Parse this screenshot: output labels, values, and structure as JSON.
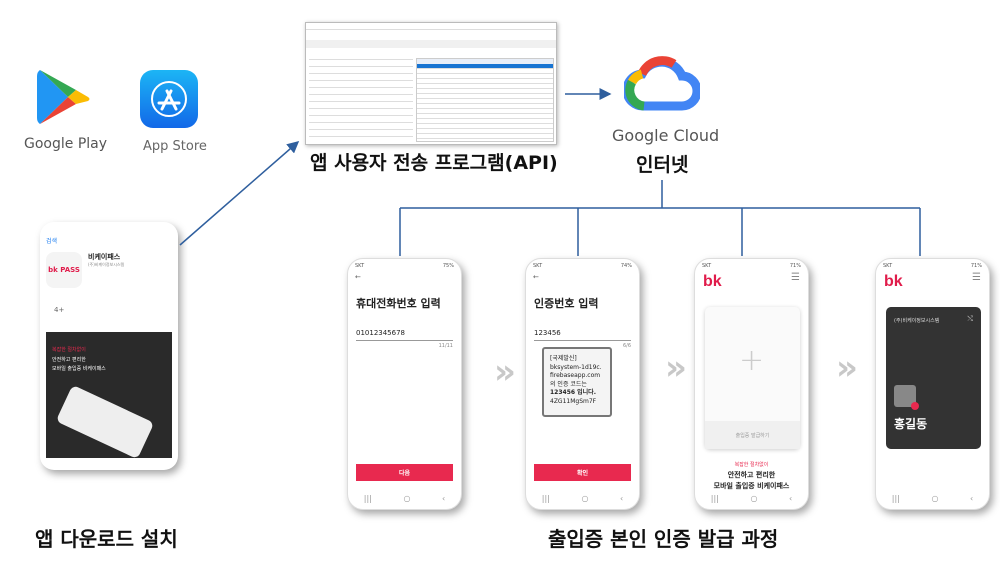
{
  "stores": {
    "google_play": "Google Play",
    "app_store": "App Store"
  },
  "app_listing": {
    "back": "검색",
    "name": "비케이패스",
    "company": "(주)비케이정보시스템",
    "logo": "bk PASS",
    "age": "4+",
    "promo_line1": "복잡한 절차없이",
    "promo_line2": "안전하고 편리한",
    "promo_line3": "모바일 출입증 비케이패스"
  },
  "labels": {
    "download": "앱 다운로드 설치",
    "api": "앱 사용자 전송 프로그램(API)",
    "cloud": "Google Cloud",
    "internet": "인터넷",
    "process": "출입증 본인 인증 발급 과정"
  },
  "phone1": {
    "title": "휴대전화번호 입력",
    "value": "01012345678",
    "count": "11/11",
    "button": "다음"
  },
  "phone2": {
    "title": "인증번호 입력",
    "value": "123456",
    "count": "6/6",
    "sms": [
      "[국제발신]",
      "bksystem-1d19c.",
      "firebaseapp.com",
      "의 인증 코드는",
      "123456 입니다.",
      "4ZG11MgSm7F"
    ],
    "button": "확인"
  },
  "phone3": {
    "logo": "bk",
    "card_label": "출입증 발급하기",
    "tag": "복잡한 절차없이",
    "line1": "안전하고 편리한",
    "line2": "모바일 출입증 비케이패스"
  },
  "phone4": {
    "logo": "bk",
    "company": "(주)비케이정보시스템",
    "name": "홍길동"
  },
  "colors": {
    "accent": "#e8294f",
    "line": "#2f5f9e"
  }
}
